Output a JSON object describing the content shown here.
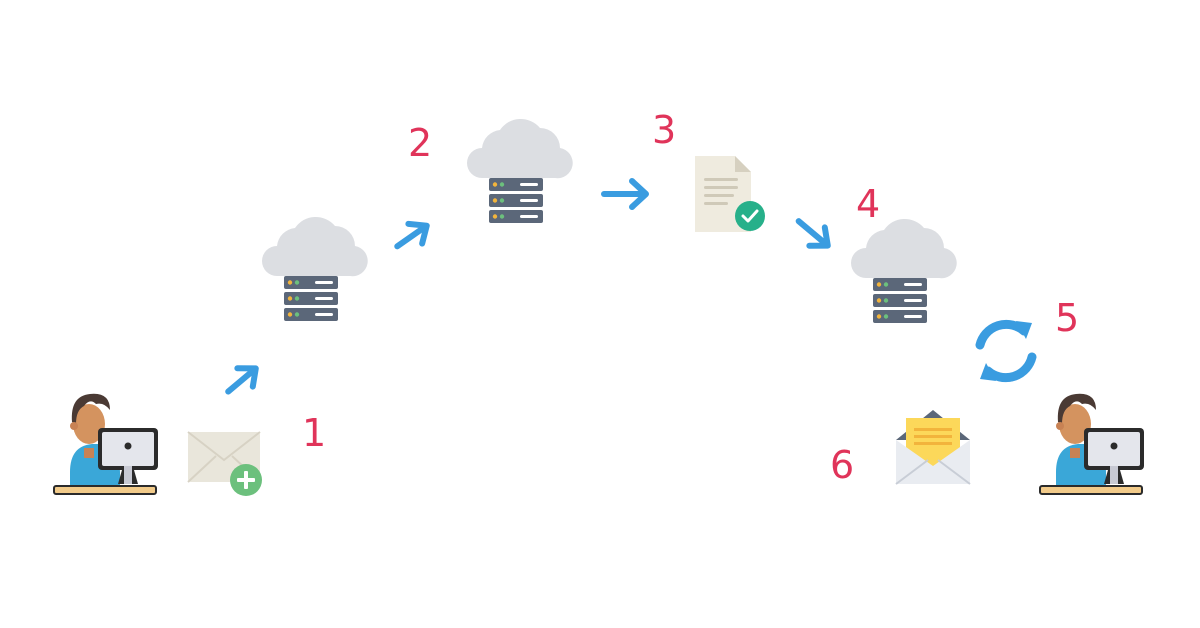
{
  "steps": [
    {
      "label": "1"
    },
    {
      "label": "2"
    },
    {
      "label": "3"
    },
    {
      "label": "4"
    },
    {
      "label": "5"
    },
    {
      "label": "6"
    }
  ],
  "icons": {
    "sender": "user-computer-icon",
    "new_email": "envelope-plus-icon",
    "server_1": "cloud-server-icon",
    "server_2": "cloud-server-icon",
    "document": "document-check-icon",
    "server_3": "cloud-server-icon",
    "sync": "sync-icon",
    "open_email": "open-envelope-icon",
    "recipient": "user-computer-icon"
  },
  "colors": {
    "step_number": "#e0345a",
    "arrow": "#3a9ce0",
    "cloud": "#dcdee2",
    "server": "#5b6779",
    "plus_badge": "#6cc07d",
    "check_badge": "#27b08a",
    "envelope": "#e9e6db",
    "letter": "#fcd85a"
  }
}
